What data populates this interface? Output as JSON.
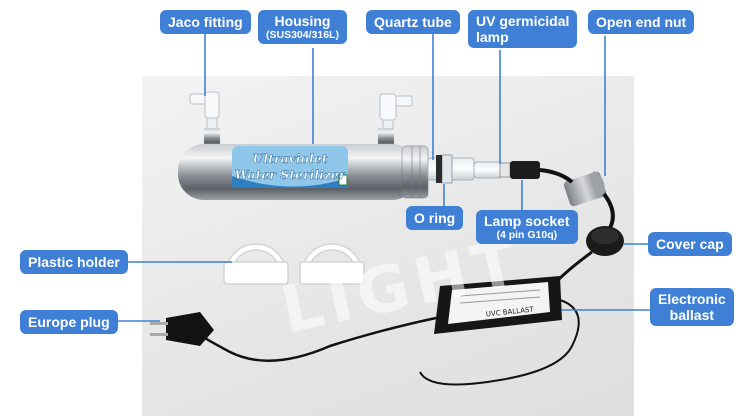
{
  "labels": {
    "jaco": "Jaco fitting",
    "housing": "Housing",
    "housing_sub": "(SUS304/316L)",
    "quartz": "Quartz tube",
    "uv_lamp_1": "UV germicidal",
    "uv_lamp_2": "lamp",
    "open_nut": "Open end nut",
    "o_ring": "O ring",
    "lamp_socket": "Lamp socket",
    "lamp_socket_sub": "(4 pin G10q)",
    "cover_cap": "Cover cap",
    "plastic_holder": "Plastic holder",
    "electronic_1": "Electronic",
    "electronic_2": "ballast",
    "europe_plug": "Europe plug"
  },
  "sterilizer_text": {
    "line1": "Ultraviolet",
    "line2": "Water Sterilizer"
  },
  "ballast_text": {
    "brand": "UVC BALLAST"
  },
  "colors": {
    "label_bg": "#3f80d6",
    "leader": "#3f80d6"
  }
}
